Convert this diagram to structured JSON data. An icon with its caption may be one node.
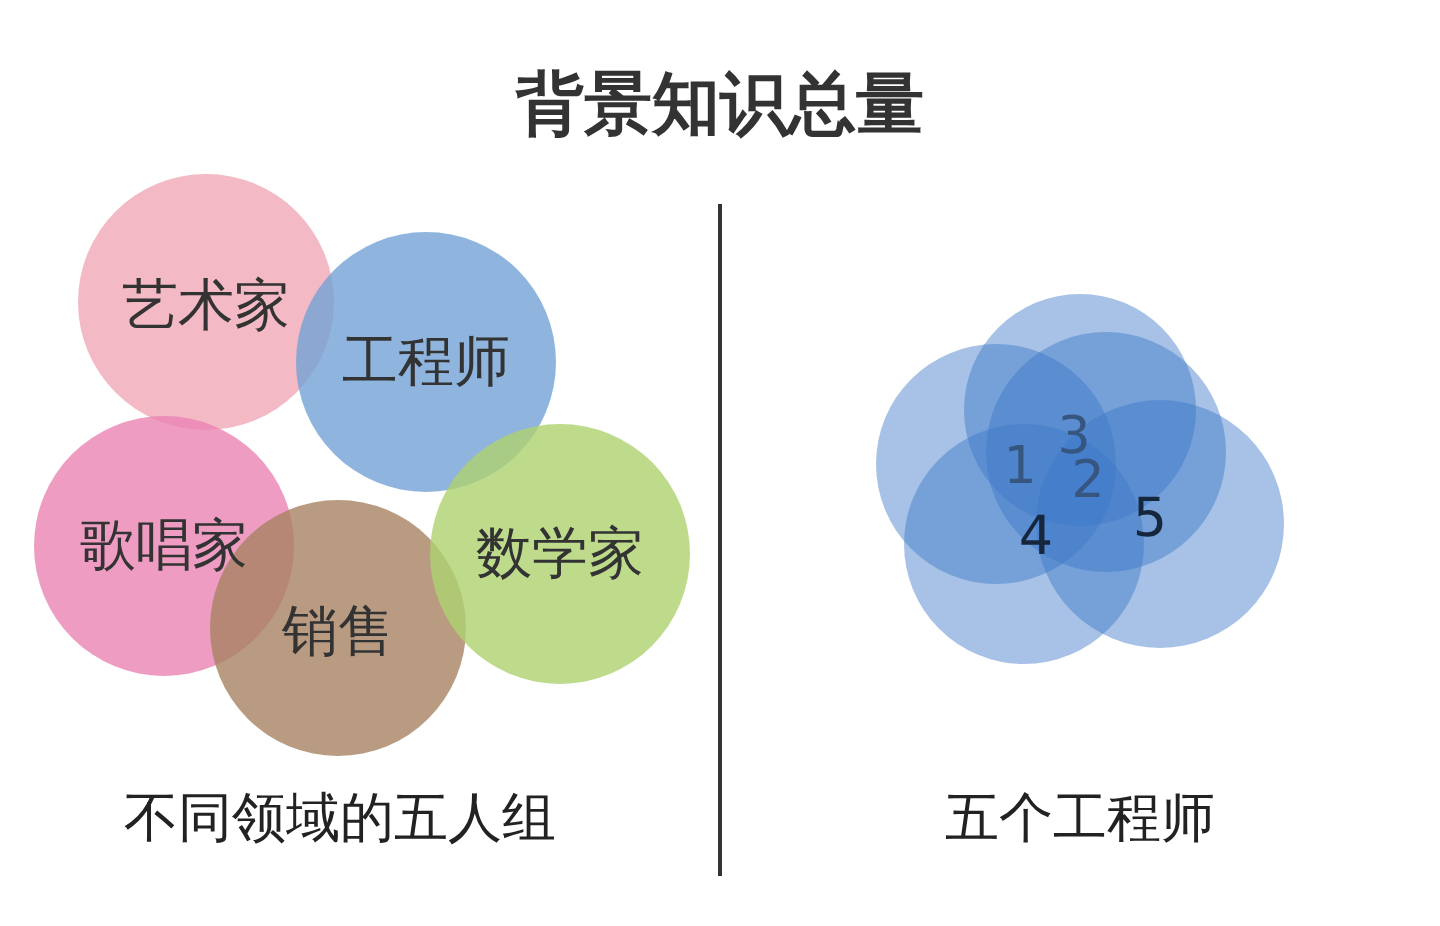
{
  "diagram": {
    "title": "背景知识总量",
    "nodes": [
      {
        "text": [
          "艺术家"
        ]
      },
      {
        "text": [
          "工程师"
        ]
      },
      {
        "text": [
          "歌唱家"
        ]
      },
      {
        "text": [
          "销售"
        ]
      },
      {
        "text": [
          "数学家"
        ]
      },
      {
        "text": [],
        "shape": "circle"
      },
      {
        "text": [],
        "shape": "circle"
      },
      {
        "text": [],
        "shape": "circle"
      },
      {
        "text": [],
        "shape": "circle"
      },
      {
        "text": [],
        "shape": "circle"
      }
    ],
    "labels": [
      "3",
      "1",
      "2",
      "5",
      "4",
      "不同领域的五人组",
      "五个工程师"
    ]
  }
}
